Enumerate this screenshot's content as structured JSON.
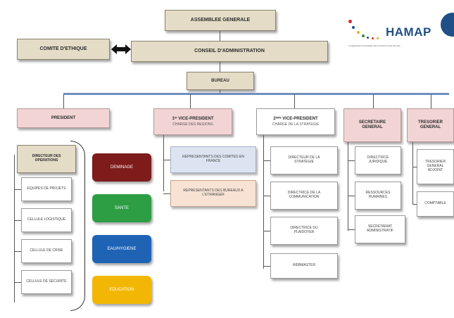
{
  "logo": {
    "name": "HAMAP",
    "tagline": "L'organisation humanitaire des hommes et des femmes",
    "colors": [
      "#e8b400",
      "#d82a2a",
      "#2f8f3a",
      "#1f4f86"
    ]
  },
  "top": {
    "assemblee": "ASSEMBLEE GENERALE",
    "comite": "COMITE D'ETHIQUE",
    "conseil": "CONSEIL D'ADMINISTRATION",
    "bureau": "BUREAU"
  },
  "heads": {
    "president": "PRESIDENT",
    "vp1": "1ᵉʳ VICE-PRESIDENT",
    "vp1_sub": "CHARGE DES REGIONS",
    "vp2": "2ᵉᵐᵉ VICE-PRESIDENT",
    "vp2_sub": "CHARGE DE LA STRATEGIE",
    "secretaire": "SECRETAIRE GENERAL",
    "tresorier": "TRESORIER GENERAL"
  },
  "president_col": {
    "directeur": "DIRECTEUR DES OPERATIONS",
    "items": [
      "EQUIPES DE PROJETS",
      "CELLULE LOGISTIQUE",
      "CELLULE DE CRISE",
      "CELLULE DE SECURITE"
    ]
  },
  "sectors": {
    "items": [
      "DEMINAGE",
      "SANTE",
      "EAU/HYGIENE",
      "EDUCATION"
    ],
    "colors": [
      "#7e1c1c",
      "#2e9e45",
      "#1f63b5",
      "#f2b705"
    ]
  },
  "vp1_col": {
    "items": [
      "REPRESENTANTS DES COMITES EN FRANCE",
      "REPRESENTANTS DES BUREAUX A L'ETRANGER"
    ]
  },
  "vp2_col": {
    "items": [
      "DIRECTEUR DE LA STRATEGIE",
      "DIRECTRICE DE LA COMMUNICATION",
      "DIRECTRICE DU PLAIDOYER",
      "WEBMASTER"
    ]
  },
  "sec_col": {
    "items": [
      "DIRECTRICE JURIDIQUE",
      "RESSOURCES HUMAINES",
      "SECRETARIAT ADMINISTRATIF"
    ]
  },
  "tres_col": {
    "items": [
      "TRESORIER GENERAL ADJOINT",
      "COMPTABLE"
    ]
  }
}
